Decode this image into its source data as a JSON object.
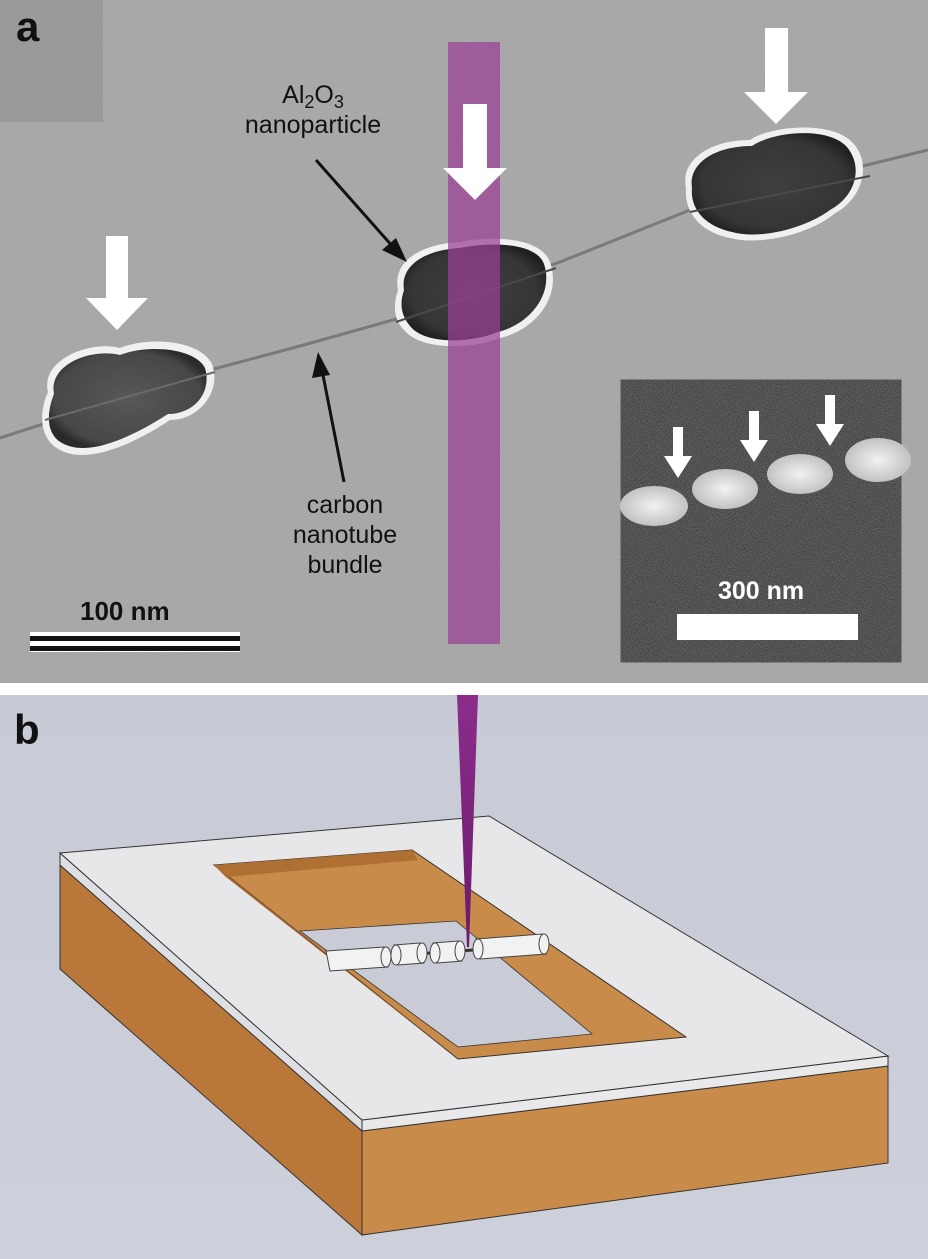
{
  "panel_a": {
    "letter": "a",
    "label_particle_prefix": "Al",
    "label_particle_sub1": "2",
    "label_particle_mid": "O",
    "label_particle_sub2": "3",
    "label_particle_line2": "nanoparticle",
    "label_tube_lines": [
      "carbon",
      "nanotube",
      "bundle"
    ],
    "scale_bar_label": "100 nm",
    "inset_scale_bar_label": "300 nm",
    "beam_color": "#9b3f96"
  },
  "panel_b": {
    "letter": "b",
    "substrate_color": "#c98b4a",
    "membrane_color": "#e6e6e8",
    "beam_color": "#8c2d8c"
  }
}
